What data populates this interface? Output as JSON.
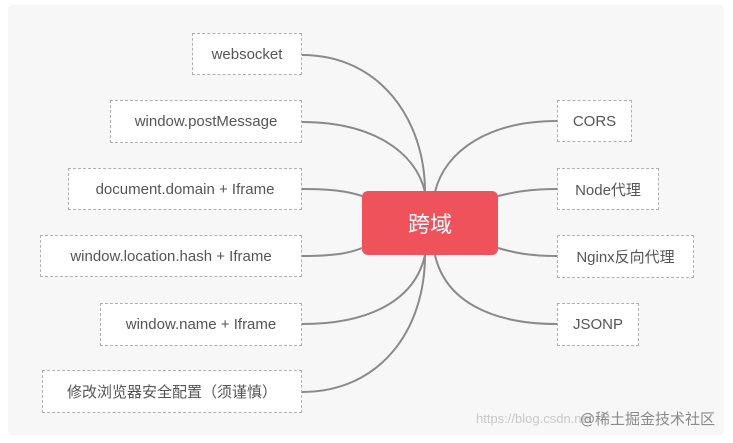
{
  "center": {
    "label": "跨域"
  },
  "left_nodes": [
    {
      "label": "websocket"
    },
    {
      "label": "window.postMessage"
    },
    {
      "label": "document.domain + Iframe"
    },
    {
      "label": "window.location.hash + Iframe"
    },
    {
      "label": "window.name + Iframe"
    },
    {
      "label": "修改浏览器安全配置（须谨慎）"
    }
  ],
  "right_nodes": [
    {
      "label": "CORS"
    },
    {
      "label": "Node代理"
    },
    {
      "label": "Nginx反向代理"
    },
    {
      "label": "JSONP"
    }
  ],
  "watermark": {
    "url": "https://blog.csdn.net",
    "brand": "@稀土掘金技术社区"
  },
  "colors": {
    "center_fill": "#f0525b",
    "link": "#8a8a8a",
    "node_border": "#b0b0b0"
  }
}
